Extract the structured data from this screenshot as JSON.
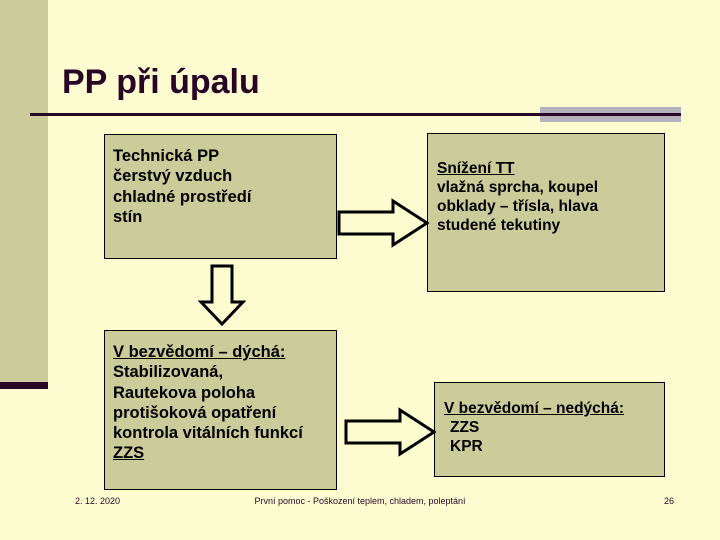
{
  "slide": {
    "title": "PP při úpalu",
    "background_color": "#fdfbd0",
    "accent_color": "#2a0626",
    "band_color": "#cccb9a",
    "grey_bar_color": "#b3b1bc"
  },
  "boxes": {
    "technicka": {
      "heading": "Technická PP",
      "body": "čerstvý vzduch\nchladné prostředí\nstín"
    },
    "snizeni": {
      "heading": "Snížení TT",
      "body": "vlažná sprcha, koupel\nobklady – třísla, hlava\nstudené tekutiny"
    },
    "dycha": {
      "heading": "V bezvědomí – dýchá:",
      "body": "Stabilizovaná,\nRautekova poloha\nprotišoková opatření\nkontrola vitálních funkcí",
      "footer_underlined": "ZZS"
    },
    "nedycha": {
      "heading": "V bezvědomí – nedýchá:",
      "line1": "ZZS",
      "line2": "KPR"
    }
  },
  "arrows": {
    "right_top": "arrow-right",
    "down_left": "arrow-down",
    "right_bottom": "arrow-right"
  },
  "footer": {
    "date": "2. 12. 2020",
    "center": "První pomoc - Poškození teplem, chladem, poleptání",
    "page": "26"
  }
}
